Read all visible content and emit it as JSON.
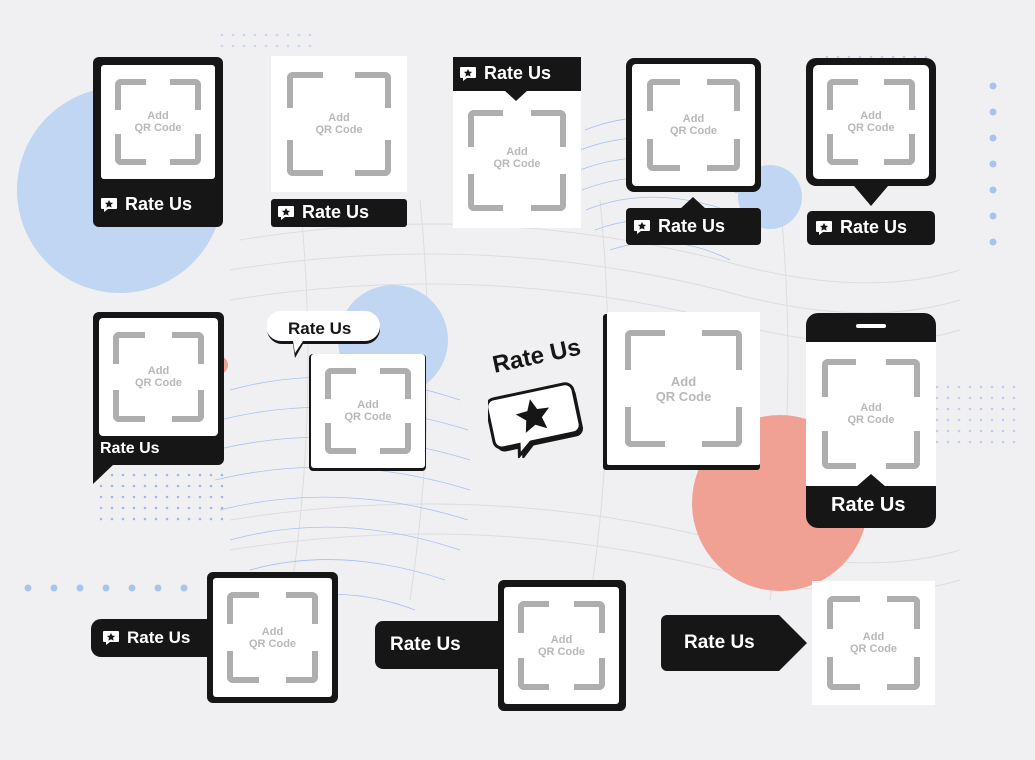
{
  "qr": {
    "line1": "Add",
    "line2": "QR Code"
  },
  "rate_label": "Rate Us",
  "colors": {
    "dark": "#161616",
    "blue": "#c0d6f2",
    "coral": "#f0a194",
    "background": "#f0f0f2",
    "placeholder": "#aeaeae"
  },
  "icons": [
    "speech-bubble-star-icon",
    "star-icon",
    "phone-notch-icon",
    "arrow-tag-icon"
  ]
}
